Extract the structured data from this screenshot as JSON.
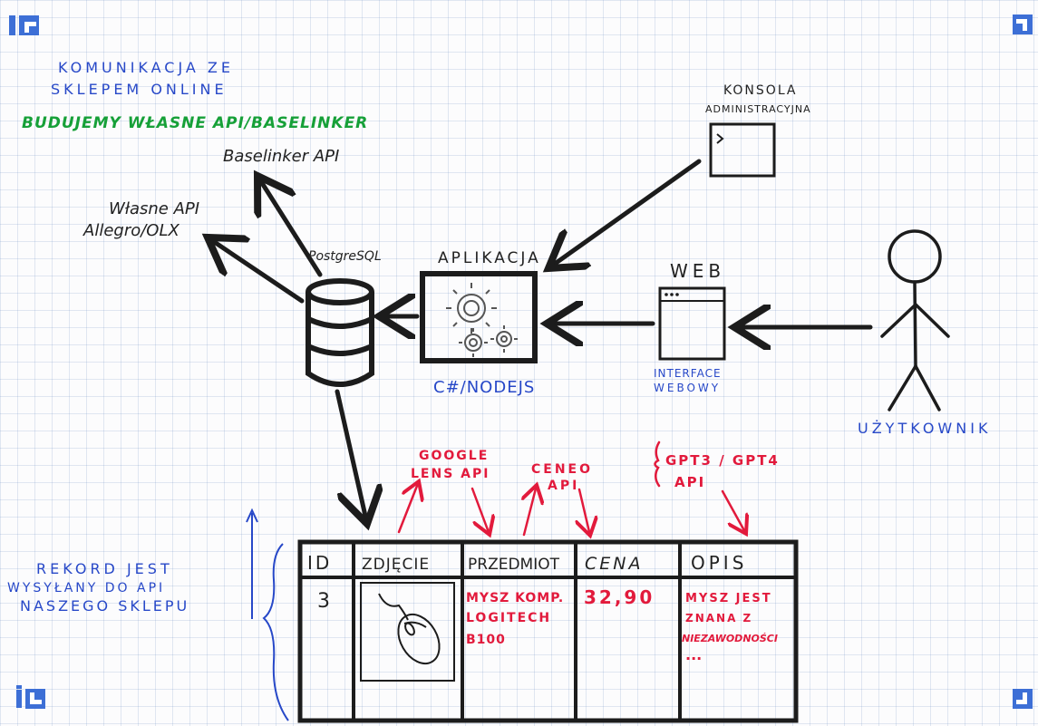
{
  "labels": {
    "komunikacja": [
      "KOMUNIKACJA ZE",
      "SKLEPEM ONLINE"
    ],
    "budujemy": "BUDUJEMY WŁASNE API/BASELINKER",
    "baselinker_api": "Baselinker API",
    "wlasne_api": [
      "Własne API",
      "Allegro/OLX"
    ],
    "postgresql": "PostgreSQL",
    "aplikacja": "APLIKACJA",
    "konsola": [
      "KONSOLA",
      "ADMINISTRACYJNA"
    ],
    "web": "WEB",
    "interface": [
      "INTERFACE",
      "WEBOWY"
    ],
    "tech": "C#/NODEJS",
    "user": "UŻYTKOWNIK",
    "google_lens": [
      "GOOGLE",
      "LENS API"
    ],
    "ceneo": [
      "CENEO",
      "API"
    ],
    "gpt": [
      "GPT3 / GPT4",
      "API"
    ],
    "rekord": [
      "REKORD JEST",
      "WYSYŁANY DO API",
      "NASZEGO SKLEPU"
    ]
  },
  "table": {
    "headers": [
      "ID",
      "ZDJĘCIE",
      "PRZEDMIOT",
      "CENA",
      "OPIS"
    ],
    "row": {
      "id": "3",
      "przedmiot": [
        "MYSZ KOMP.",
        "LOGITECH",
        "B100"
      ],
      "cena": "32,90",
      "opis": [
        "MYSZ JEST",
        "ZNANA Z",
        "NIEZAWODNOŚCI",
        "..."
      ]
    }
  },
  "colors": {
    "ink": "#1c1c1c",
    "blue": "#2748c8",
    "green": "#16a038",
    "red": "#e21a3c",
    "brand": "#3d6fd6"
  },
  "icons": [
    "database-icon",
    "gear-icon",
    "terminal-icon",
    "browser-window-icon",
    "stick-figure-icon",
    "mouse-icon",
    "brand-logo"
  ]
}
